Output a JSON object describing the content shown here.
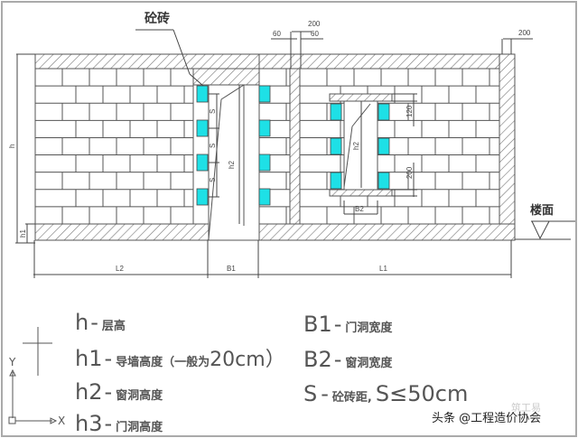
{
  "drawing": {
    "title_labels": {
      "stop_brick": "砼砖",
      "floor": "楼面"
    },
    "dimensions": {
      "top_200_left": "200",
      "top_60_a": "60",
      "top_60_b": "60",
      "top_200_right": "200",
      "left_h": "h",
      "left_h1": "h1",
      "door_h2": "h2",
      "window_h2": "h2",
      "window_120": "120",
      "window_200": "200",
      "window_b2": "B2",
      "stop_s1": "S",
      "stop_s2": "S",
      "stop_s3": "S",
      "bottom_l2": "L2",
      "bottom_b1": "B1",
      "bottom_l1": "L1"
    },
    "colors": {
      "concrete_block": "#1ee0e6",
      "line": "#555555",
      "hatch": "#777777",
      "frame": "#aaaaaa"
    }
  },
  "legend": {
    "left": [
      {
        "key": "h",
        "dash": "-",
        "desc": "层高"
      },
      {
        "key": "h1",
        "dash": "-",
        "desc": "导墙高度（一般为",
        "suffix": "20cm）"
      },
      {
        "key": "h2",
        "dash": "-",
        "desc": "窗洞高度"
      },
      {
        "key": "h3",
        "dash": "-",
        "desc": "门洞高度"
      }
    ],
    "right": [
      {
        "key": "B1",
        "dash": "-",
        "desc": "门洞宽度"
      },
      {
        "key": "B2",
        "dash": "-",
        "desc": "窗洞宽度"
      },
      {
        "key": "S",
        "dash": "-",
        "desc": "砼砖距,",
        "suffix": "S≤50cm"
      }
    ]
  },
  "ucs": {
    "x_label": "X",
    "y_label": "Y"
  },
  "watermark": {
    "text": "头条 @工程造价协会",
    "faint_text": "筑工易"
  }
}
